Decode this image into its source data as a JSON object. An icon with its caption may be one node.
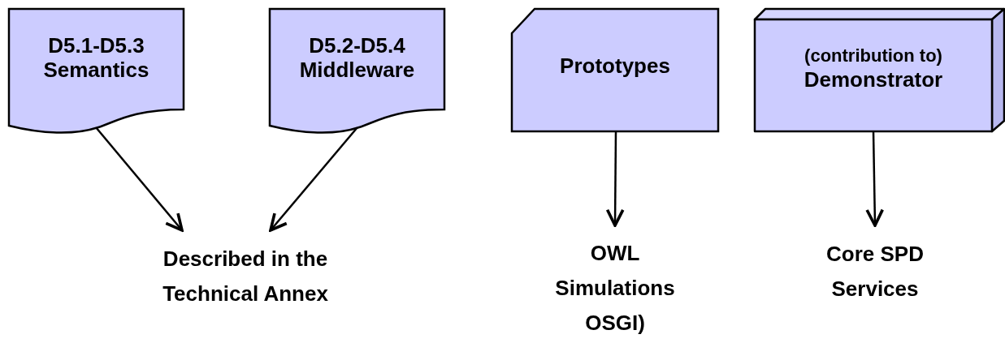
{
  "diagram": {
    "nodes": [
      {
        "text": [
          "D5.1-D5.3 Semantics"
        ]
      },
      {
        "text": [
          "D5.2-D5.4 Middleware"
        ]
      },
      {
        "text": [
          "Prototypes"
        ]
      },
      {
        "text": [
          "(contribution to)",
          "Demonstrator"
        ]
      },
      {
        "text": [
          "Described in the Technical Annex"
        ]
      },
      {
        "text": [
          "OWL Simulations OSGI)"
        ]
      },
      {
        "text": [
          "Core SPD Services"
        ]
      }
    ],
    "edges": [
      {
        "from": 0,
        "to": 4,
        "arrow": "to"
      },
      {
        "from": 1,
        "to": 4,
        "arrow": "to"
      },
      {
        "from": 2,
        "to": 5,
        "arrow": "to"
      },
      {
        "from": 3,
        "to": 6,
        "arrow": "to"
      }
    ]
  }
}
